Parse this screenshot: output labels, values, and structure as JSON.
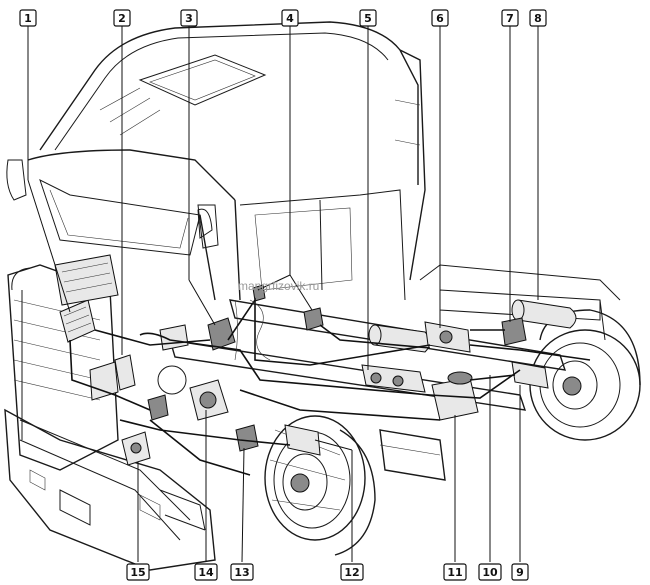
{
  "watermark": "mangrfizovik.ru",
  "callouts_top": [
    "1",
    "2",
    "3",
    "4",
    "5",
    "6",
    "7",
    "8"
  ],
  "callouts_bottom": [
    "15",
    "14",
    "13",
    "12",
    "11",
    "10",
    "9"
  ]
}
